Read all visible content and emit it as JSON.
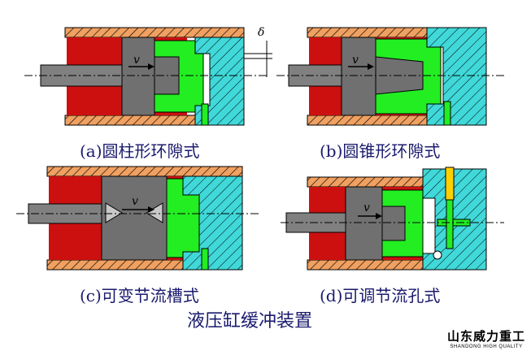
{
  "captions": {
    "a": "(a)圆柱形环隙式",
    "b": "(b)圆锥形环隙式",
    "c": "(c)可变节流槽式",
    "d": "(d)可调节流孔式"
  },
  "labels": {
    "velocity": "v",
    "gap": "δ"
  },
  "title": "液压缸缓冲装置",
  "brand": {
    "name_cn": "山东威力重工",
    "name_en": "SHANDONG HIGH QUALITY"
  },
  "colors": {
    "wall": "#f0a060",
    "oil": "#cc1010",
    "piston": "#707070",
    "cushion": "#22ee22",
    "cap": "#40d8d8",
    "rod": "#707070"
  }
}
